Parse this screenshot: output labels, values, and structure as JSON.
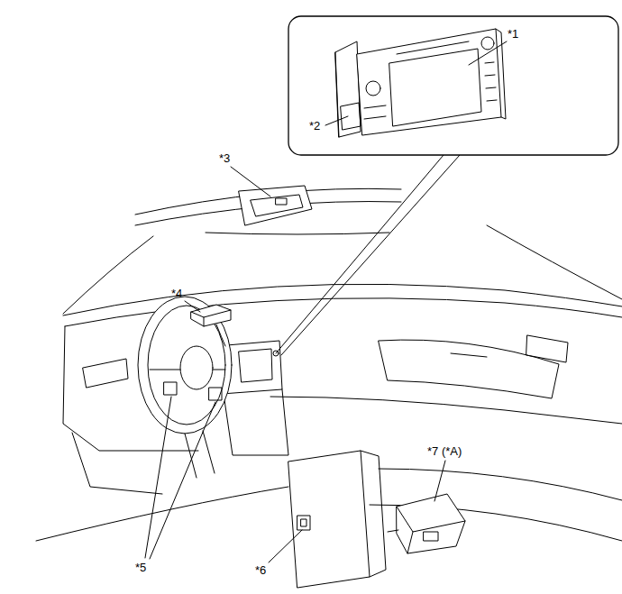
{
  "diagram": {
    "labels": [
      "*1",
      "*2",
      "*3",
      "*4",
      "*5",
      "*6",
      "*7 (*A)"
    ]
  }
}
